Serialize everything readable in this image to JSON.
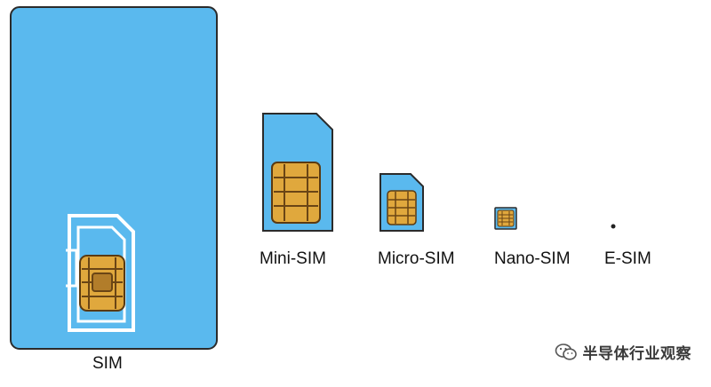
{
  "labels": {
    "sim": "SIM",
    "mini_sim": "Mini-SIM",
    "micro_sim": "Micro-SIM",
    "nano_sim": "Nano-SIM",
    "e_sim": "E-SIM"
  },
  "watermark": {
    "icon": "wechat-icon",
    "text": "半导体行业观察"
  },
  "colors": {
    "card_fill": "#5ab9ee",
    "card_border": "#2b2b2b",
    "chip_fill": "#e0a83d",
    "chip_border": "#5a3a12",
    "chip_dark": "#6a4515",
    "outline_white": "#ffffff"
  }
}
